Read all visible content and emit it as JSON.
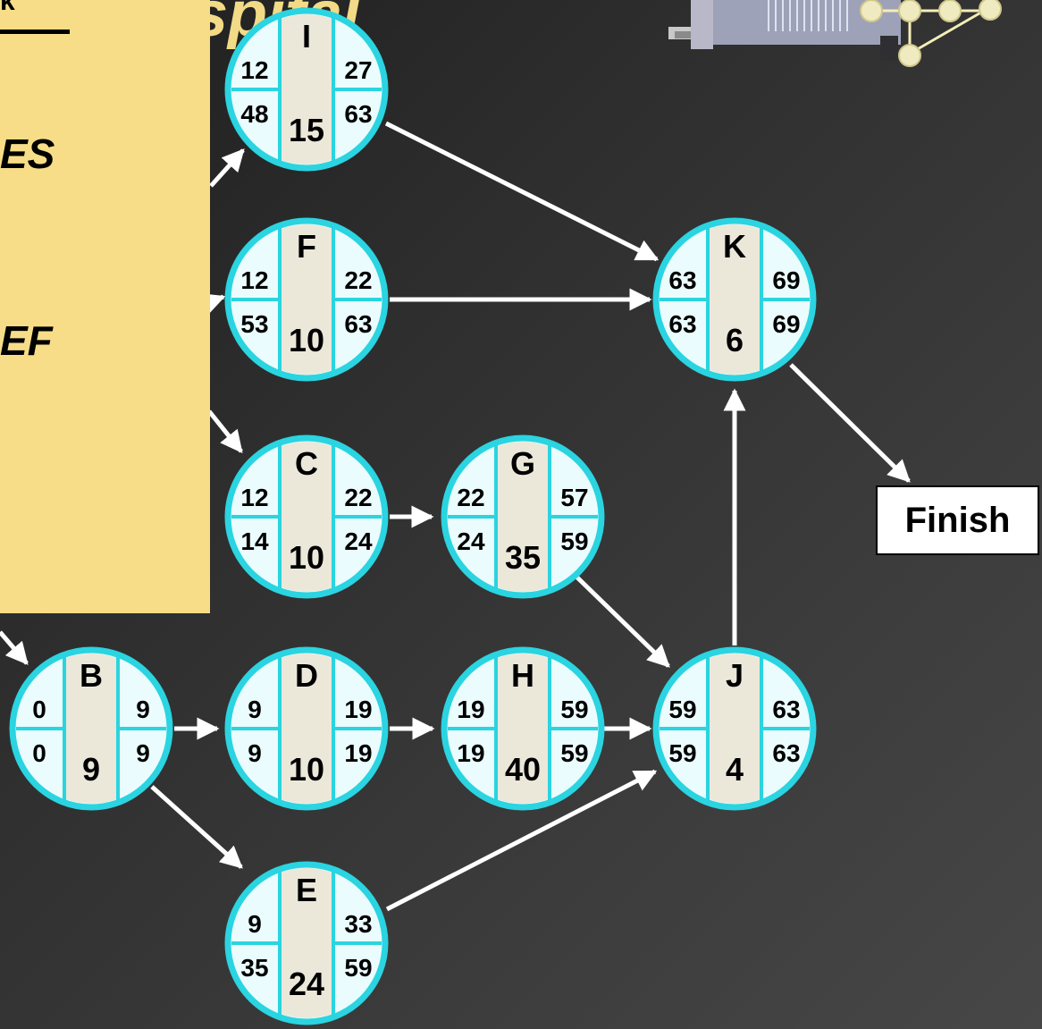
{
  "title_fragment": "spital",
  "panel": {
    "header_fragment": "k",
    "line1": "ES",
    "line2": "EF"
  },
  "finish_label": "Finish",
  "colors": {
    "node_ring": "#2ad4e0",
    "node_fill": "#eafcfd",
    "node_center": "#ebe8da",
    "panel": "#f7dd87",
    "arrow": "#ffffff"
  },
  "nodes": [
    {
      "id": "I",
      "tl": "12",
      "tr": "27",
      "bl": "48",
      "br": "63",
      "dur": "15"
    },
    {
      "id": "F",
      "tl": "12",
      "tr": "22",
      "bl": "53",
      "br": "63",
      "dur": "10"
    },
    {
      "id": "K",
      "tl": "63",
      "tr": "69",
      "bl": "63",
      "br": "69",
      "dur": "6"
    },
    {
      "id": "C",
      "tl": "12",
      "tr": "22",
      "bl": "14",
      "br": "24",
      "dur": "10"
    },
    {
      "id": "G",
      "tl": "22",
      "tr": "57",
      "bl": "24",
      "br": "59",
      "dur": "35"
    },
    {
      "id": "B",
      "tl": "0",
      "tr": "9",
      "bl": "0",
      "br": "9",
      "dur": "9"
    },
    {
      "id": "D",
      "tl": "9",
      "tr": "19",
      "bl": "9",
      "br": "19",
      "dur": "10"
    },
    {
      "id": "H",
      "tl": "19",
      "tr": "59",
      "bl": "19",
      "br": "59",
      "dur": "40"
    },
    {
      "id": "J",
      "tl": "59",
      "tr": "63",
      "bl": "59",
      "br": "63",
      "dur": "4"
    },
    {
      "id": "E",
      "tl": "9",
      "tr": "33",
      "bl": "35",
      "br": "59",
      "dur": "24"
    }
  ]
}
